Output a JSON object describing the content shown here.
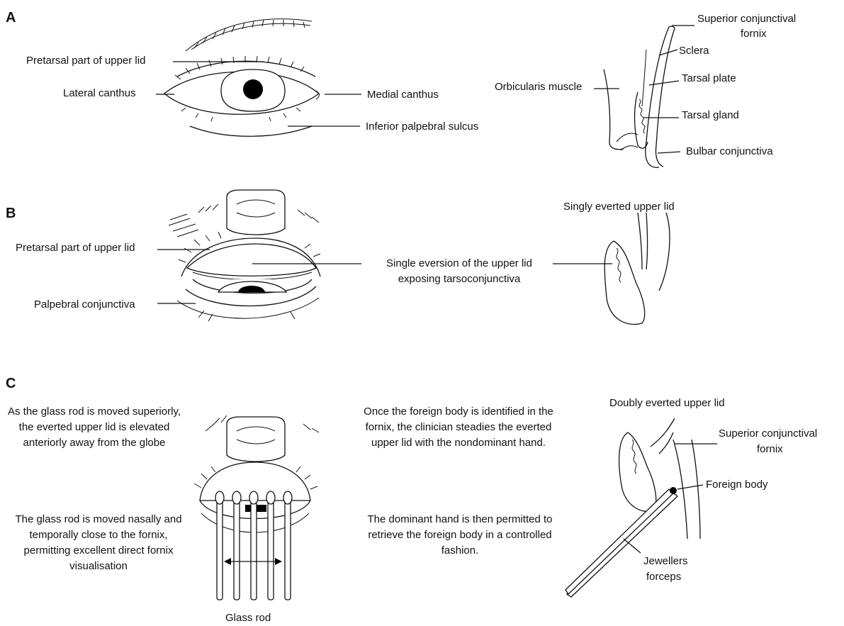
{
  "panels": {
    "A": {
      "letter": "A",
      "labels": {
        "pretarsal": "Pretarsal part of upper lid",
        "lateral_canthus": "Lateral canthus",
        "medial_canthus": "Medial canthus",
        "inferior_sulcus": "Inferior palpebral sulcus",
        "superior_fornix_1": "Superior conjunctival",
        "superior_fornix_2": "fornix",
        "sclera": "Sclera",
        "orbicularis": "Orbicularis muscle",
        "tarsal_plate": "Tarsal plate",
        "tarsal_gland": "Tarsal gland",
        "bulbar": "Bulbar conjunctiva"
      }
    },
    "B": {
      "letter": "B",
      "labels": {
        "singly_everted": "Singly everted upper lid",
        "pretarsal": "Pretarsal part of upper lid",
        "palpebral": "Palpebral conjunctiva",
        "single_eversion_1": "Single eversion of the upper lid",
        "single_eversion_2": "exposing tarsoconjunctiva"
      }
    },
    "C": {
      "letter": "C",
      "labels": {
        "glass_rod_up": "As the glass rod is moved superiorly, the everted upper lid is elevated anteriorly away from the globe",
        "glass_rod_nasal": "The glass rod is moved nasally and temporally close to the fornix, permitting excellent direct fornix visualisation",
        "once_identified": "Once the foreign body is identified in the fornix, the clinician steadies the everted upper lid with the nondominant hand.",
        "dominant_hand": "The dominant hand is then permitted to retrieve the foreign body in a controlled fashion.",
        "glass_rod": "Glass rod",
        "doubly_everted": "Doubly everted upper lid",
        "superior_fornix_1": "Superior conjunctival",
        "superior_fornix_2": "fornix",
        "foreign_body": "Foreign body",
        "jewellers_1": "Jewellers",
        "jewellers_2": "forceps"
      }
    }
  }
}
